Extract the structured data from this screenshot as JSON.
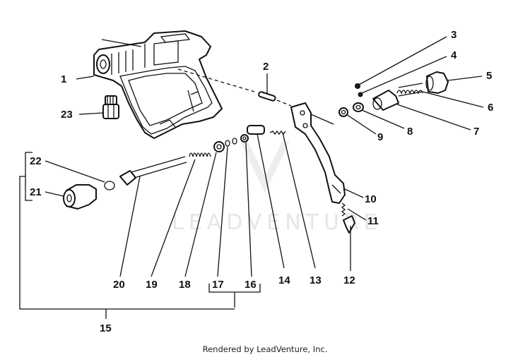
{
  "diagram": {
    "callouts": [
      "1",
      "2",
      "3",
      "4",
      "5",
      "6",
      "7",
      "8",
      "9",
      "10",
      "11",
      "12",
      "13",
      "14",
      "15",
      "16",
      "17",
      "18",
      "19",
      "20",
      "21",
      "22",
      "23"
    ],
    "watermark": "LEADVENTURE"
  },
  "footer": {
    "text": "Rendered by LeadVenture, Inc."
  }
}
